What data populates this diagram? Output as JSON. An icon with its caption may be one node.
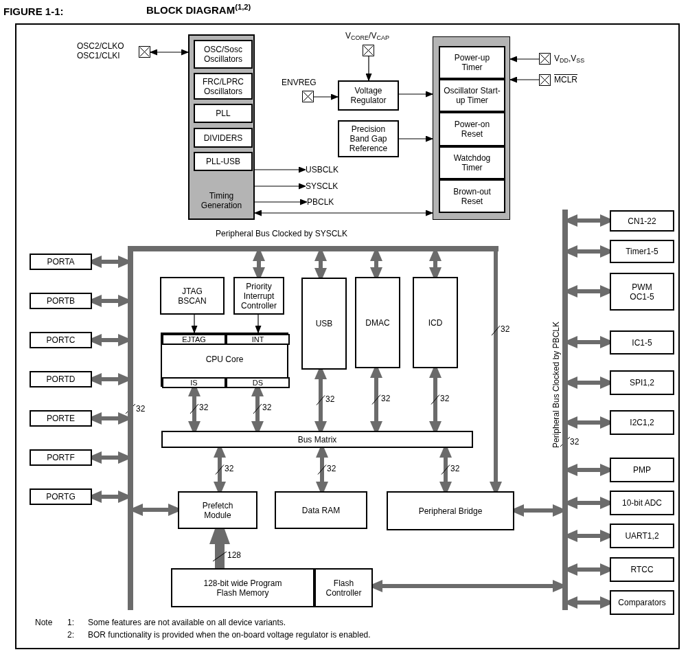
{
  "diagram": {
    "title": "BLOCK DIAGRAM$^{(1,2)}$",
    "nodes": [
      {
        "text": [],
        "shape": "box",
        "beside": [
          "OSC2/CLKO OSC1/CLKI"
        ]
      },
      {
        "text": [
          "Timing Generation"
        ]
      },
      {
        "text": [
          "OSC/Sosc Oscillators"
        ],
        "in": 1
      },
      {
        "text": [
          "FRC/LPRC Oscillators"
        ],
        "in": 1
      },
      {
        "text": [
          "PLL"
        ],
        "in": 1
      },
      {
        "text": [
          "DIVIDERS"
        ],
        "in": 1
      },
      {
        "text": [
          "PLL-USB"
        ],
        "in": 1
      },
      {
        "text": [
          "USBCLK"
        ]
      },
      {
        "text": [
          "SYSCLK"
        ]
      },
      {
        "text": [
          "PBCLK"
        ]
      },
      {
        "text": [],
        "shape": "box",
        "beside": [
          "V$_{CORE}$/V$_{CAP}$"
        ]
      },
      {
        "text": [],
        "shape": "box",
        "beside": [
          "ENVREG"
        ]
      },
      {
        "text": [
          "Voltage Regulator"
        ]
      },
      {
        "text": [
          "Precision Band Gap Reference"
        ]
      },
      {
        "text": [],
        "shape": "box"
      },
      {
        "text": [
          "Power-up Timer"
        ],
        "in": 14
      },
      {
        "text": [
          "Oscillator Start-up Timer"
        ],
        "in": 14
      },
      {
        "text": [
          "Power-on Reset"
        ],
        "in": 14
      },
      {
        "text": [
          "Watchdog Timer"
        ],
        "in": 14
      },
      {
        "text": [
          "Brown-out Reset"
        ],
        "in": 14
      },
      {
        "text": [],
        "shape": "box",
        "beside": [
          "V$_{DD}$,V$_{SS}$"
        ]
      },
      {
        "text": [],
        "shape": "box",
        "beside": [
          "MCLR"
        ]
      },
      {
        "text": [],
        "shape": "bar"
      },
      {
        "text": [],
        "shape": "bar",
        "beside": [
          "32"
        ]
      },
      {
        "text": [
          "PORTA"
        ]
      },
      {
        "text": [
          "PORTB"
        ]
      },
      {
        "text": [
          "PORTC"
        ]
      },
      {
        "text": [
          "PORTD"
        ]
      },
      {
        "text": [
          "PORTE"
        ]
      },
      {
        "text": [
          "PORTF"
        ]
      },
      {
        "text": [
          "PORTG"
        ]
      },
      {
        "text": [
          "JTAG BSCAN"
        ]
      },
      {
        "text": [
          "Priority Interrupt Controller"
        ]
      },
      {
        "text": [
          "USB"
        ]
      },
      {
        "text": [
          "DMAC"
        ]
      },
      {
        "text": [
          "ICD"
        ]
      },
      {
        "text": [
          "CPU Core"
        ]
      },
      {
        "text": [
          "EJTAG"
        ],
        "in": 36
      },
      {
        "text": [
          "INT"
        ],
        "in": 36
      },
      {
        "text": [
          "IS"
        ],
        "in": 36
      },
      {
        "text": [
          "DS"
        ],
        "in": 36
      },
      {
        "text": [
          "Bus Matrix"
        ]
      },
      {
        "text": [
          "Prefetch Module"
        ]
      },
      {
        "text": [
          "Data RAM"
        ]
      },
      {
        "text": [
          "Peripheral Bridge"
        ]
      },
      {
        "text": [
          "128-bit wide Program Flash Memory"
        ]
      },
      {
        "text": [
          "Flash Controller"
        ]
      },
      {
        "text": [],
        "shape": "bar",
        "beside": [
          "32"
        ]
      },
      {
        "text": [
          "CN1-22"
        ]
      },
      {
        "text": [
          "Timer1-5"
        ]
      },
      {
        "text": [
          "PWM OC1-5"
        ]
      },
      {
        "text": [
          "IC1-5"
        ]
      },
      {
        "text": [
          "SPI1,2"
        ]
      },
      {
        "text": [
          "I2C1,2"
        ]
      },
      {
        "text": [
          "PMP"
        ]
      },
      {
        "text": [
          "10-bit ADC"
        ]
      },
      {
        "text": [
          "UART1,2"
        ]
      },
      {
        "text": [
          "RTCC"
        ]
      },
      {
        "text": [
          "Comparators"
        ]
      }
    ],
    "edges": [
      {
        "from": 0,
        "to": 1,
        "arrow": "both",
        "color": "#000000"
      },
      {
        "from": 1,
        "to": 7,
        "arrow": "to",
        "color": "#000000"
      },
      {
        "from": 1,
        "to": 8,
        "arrow": "to",
        "color": "#000000"
      },
      {
        "from": 1,
        "to": 9,
        "arrow": "to",
        "color": "#000000"
      },
      {
        "from": 1,
        "to": 14,
        "arrow": "both",
        "color": "#000000"
      },
      {
        "from": 10,
        "to": 12,
        "arrow": "to",
        "color": "#000000"
      },
      {
        "from": 11,
        "to": 12,
        "arrow": "to",
        "color": "#000000"
      },
      {
        "from": 12,
        "to": 14,
        "arrow": "to",
        "color": "#000000"
      },
      {
        "from": 13,
        "to": 14,
        "arrow": "to",
        "color": "#000000"
      },
      {
        "from": 20,
        "to": 14,
        "arrow": "to",
        "color": "#000000"
      },
      {
        "from": 21,
        "to": 14,
        "arrow": "to",
        "color": "#000000"
      },
      {
        "from": 23,
        "to": 24,
        "arrow": "both"
      },
      {
        "from": 23,
        "to": 25,
        "arrow": "both"
      },
      {
        "from": 23,
        "to": 26,
        "arrow": "both"
      },
      {
        "from": 23,
        "to": 27,
        "arrow": "both"
      },
      {
        "from": 23,
        "to": 28,
        "arrow": "both"
      },
      {
        "from": 23,
        "to": 29,
        "arrow": "both"
      },
      {
        "from": 23,
        "to": 30,
        "arrow": "both"
      },
      {
        "from": 23,
        "to": 42,
        "arrow": "both"
      },
      {
        "from": 22,
        "to": 32,
        "arrow": "both"
      },
      {
        "from": 22,
        "to": 33,
        "arrow": "both"
      },
      {
        "from": 22,
        "to": 34,
        "arrow": "both"
      },
      {
        "from": 22,
        "to": 35,
        "arrow": "both"
      },
      {
        "from": 22,
        "to": 44,
        "arrow": "to",
        "label": "32"
      },
      {
        "from": 31,
        "to": 37,
        "arrow": "to",
        "color": "#000000"
      },
      {
        "from": 32,
        "to": 38,
        "arrow": "to",
        "color": "#000000"
      },
      {
        "from": 39,
        "to": 41,
        "arrow": "both",
        "label": "32"
      },
      {
        "from": 40,
        "to": 41,
        "arrow": "both",
        "label": "32"
      },
      {
        "from": 33,
        "to": 41,
        "arrow": "both",
        "label": "32"
      },
      {
        "from": 34,
        "to": 41,
        "arrow": "both",
        "label": "32"
      },
      {
        "from": 35,
        "to": 41,
        "arrow": "both",
        "label": "32"
      },
      {
        "from": 41,
        "to": 42,
        "arrow": "both",
        "label": "32"
      },
      {
        "from": 41,
        "to": 43,
        "arrow": "both",
        "label": "32"
      },
      {
        "from": 41,
        "to": 44,
        "arrow": "both",
        "label": "32"
      },
      {
        "from": 45,
        "to": 42,
        "arrow": "to",
        "style": "thick",
        "label": "128"
      },
      {
        "from": 44,
        "to": 47,
        "arrow": "both"
      },
      {
        "from": 46,
        "to": 47,
        "arrow": "both"
      },
      {
        "from": 47,
        "to": 48,
        "arrow": "both"
      },
      {
        "from": 47,
        "to": 49,
        "arrow": "both"
      },
      {
        "from": 47,
        "to": 50,
        "arrow": "both"
      },
      {
        "from": 47,
        "to": 51,
        "arrow": "both"
      },
      {
        "from": 47,
        "to": 52,
        "arrow": "both"
      },
      {
        "from": 47,
        "to": 53,
        "arrow": "both"
      },
      {
        "from": 47,
        "to": 54,
        "arrow": "both"
      },
      {
        "from": 47,
        "to": 55,
        "arrow": "both"
      },
      {
        "from": 47,
        "to": 56,
        "arrow": "both"
      },
      {
        "from": 47,
        "to": 57,
        "arrow": "both"
      },
      {
        "from": 47,
        "to": 58,
        "arrow": "both"
      }
    ],
    "labels": [
      "FIGURE 1-1:",
      "Peripheral Bus Clocked by SYSCLK",
      "Peripheral Bus Clocked by PBCLK",
      "Note",
      "1:",
      "Some features are not available on all device variants.",
      "2:",
      "BOR functionality is provided when the on-board voltage regulator is enabled."
    ]
  }
}
